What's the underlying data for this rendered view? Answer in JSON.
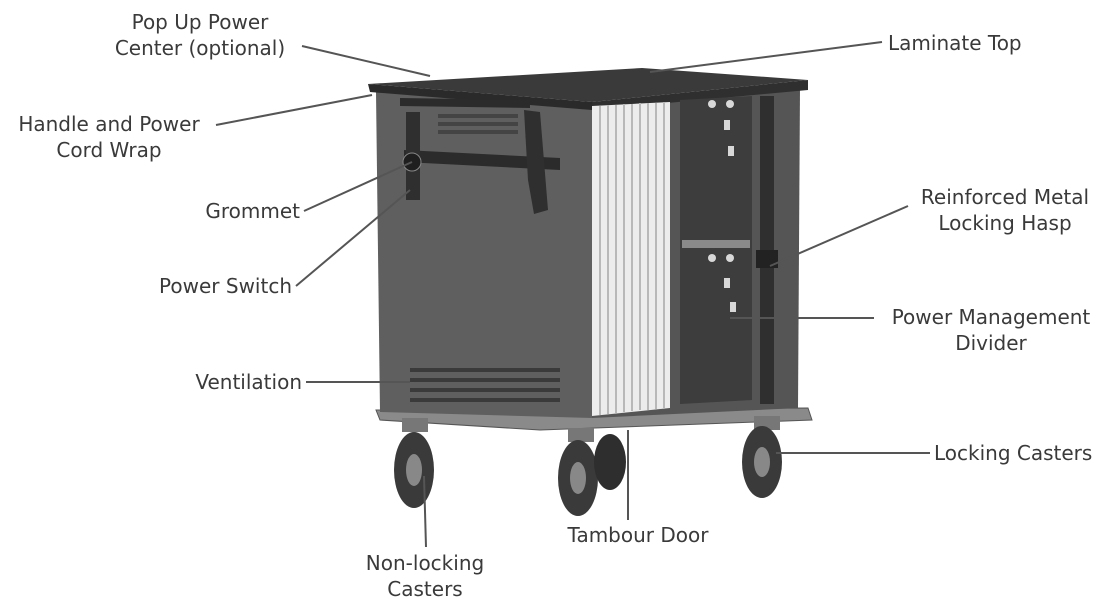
{
  "labels": {
    "pop_up_power": {
      "line1": "Pop Up Power",
      "line2": "Center (optional)"
    },
    "laminate_top": {
      "line1": "Laminate Top"
    },
    "handle_cord_wrap": {
      "line1": "Handle and Power",
      "line2": "Cord Wrap"
    },
    "grommet": {
      "line1": "Grommet"
    },
    "power_switch": {
      "line1": "Power Switch"
    },
    "ventilation": {
      "line1": "Ventilation"
    },
    "locking_hasp": {
      "line1": "Reinforced Metal",
      "line2": "Locking Hasp"
    },
    "power_divider": {
      "line1": "Power Management",
      "line2": "Divider"
    },
    "locking_casters": {
      "line1": "Locking Casters"
    },
    "tambour_door": {
      "line1": "Tambour Door"
    },
    "non_locking_casters": {
      "line1": "Non-locking",
      "line2": "Casters"
    }
  },
  "colors": {
    "label_text": "#3a3a3a",
    "leader_line": "#555555",
    "cabinet_body": "#5b5b5b",
    "cabinet_top": "#3e3e3e",
    "tambour": "#e6e6e6",
    "wheel": "#3a3a3a"
  }
}
